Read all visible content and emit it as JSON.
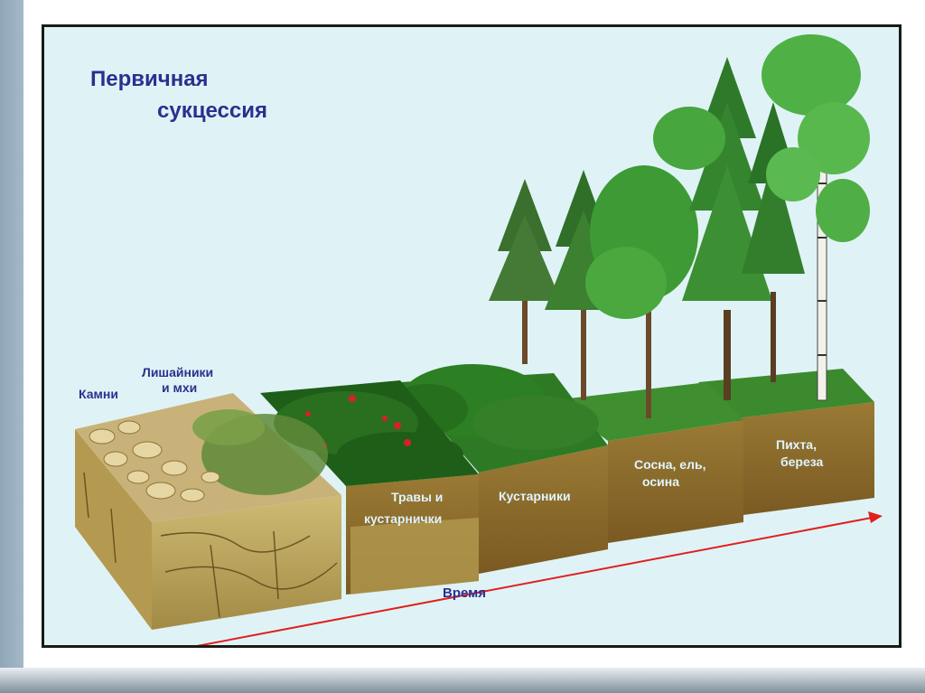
{
  "title": {
    "line1": "Первичная",
    "line2": "сукцессия"
  },
  "stages": {
    "stones": "Камни",
    "lichens_l1": "Лишайники",
    "lichens_l2": "и мхи",
    "grasses_l1": "Травы и",
    "grasses_l2": "кустарнички",
    "shrubs": "Кустарники",
    "pine_l1": "Сосна, ель,",
    "pine_l2": "осина",
    "fir_l1": "Пихта,",
    "fir_l2": "береза"
  },
  "axis": {
    "label": "Время"
  },
  "colors": {
    "background": "#dff3f6",
    "text": "#2c2f8e",
    "arrow": "#e0201e",
    "soil": "#8a6a2a"
  }
}
